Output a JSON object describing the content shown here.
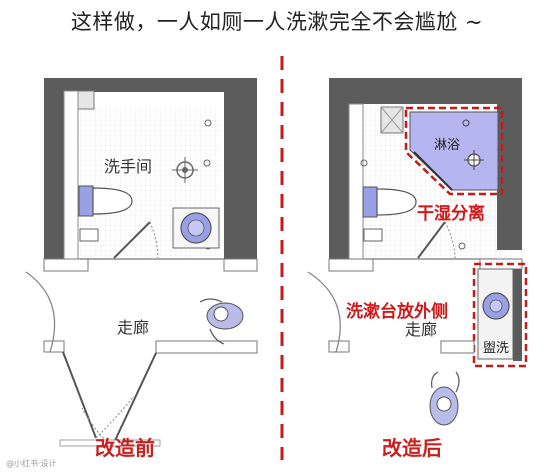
{
  "title": "这样做，一人如厕一人洗漱完全不会尴尬 ~",
  "before": {
    "room_label": "洗手间",
    "corridor_label": "走廊",
    "caption": "改造前"
  },
  "after": {
    "shower_label": "淋浴",
    "zone_label": "干湿分离",
    "sink_note": "洗漱台放外侧",
    "corridor_label": "走廊",
    "basin_label": "盥洗",
    "caption": "改造后"
  },
  "watermark": "@小红书·设计",
  "colors": {
    "wall": "#5c5c5c",
    "fixture": "#9aa0e6",
    "shower_fill": "#b5b5ef",
    "dashed_red": "#c41a1a"
  }
}
